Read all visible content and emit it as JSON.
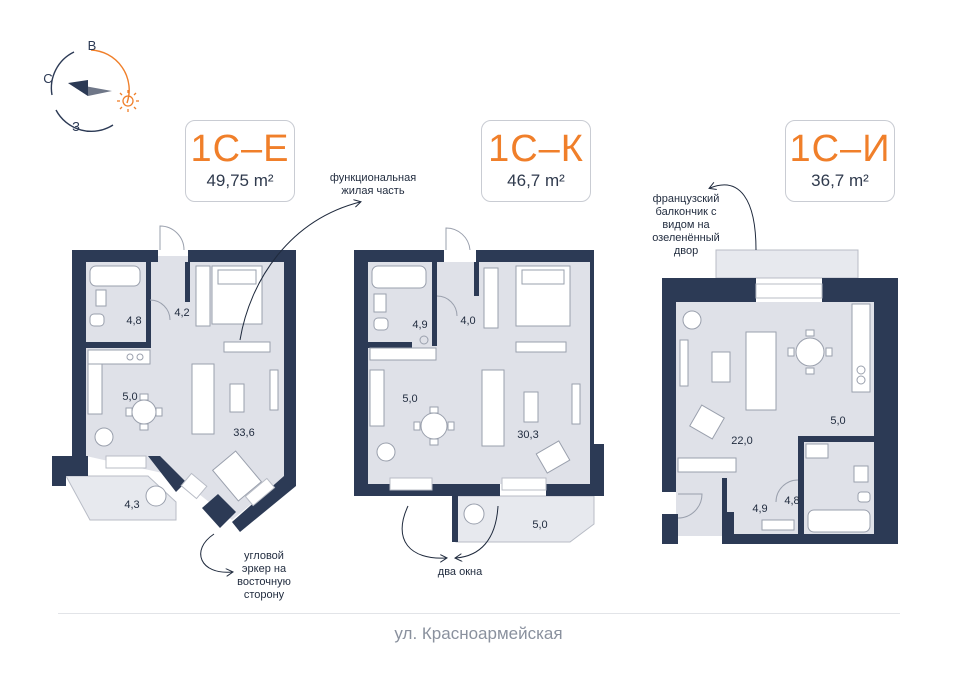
{
  "compass": {
    "north": "В",
    "west": "С",
    "south": "З"
  },
  "plans": [
    {
      "code": "1С–Е",
      "area": "49,75 m²",
      "rooms": [
        "4,8",
        "4,2",
        "5,0",
        "33,6",
        "4,3"
      ]
    },
    {
      "code": "1С–К",
      "area": "46,7 m²",
      "rooms": [
        "4,9",
        "4,0",
        "5,0",
        "30,3",
        "5,0"
      ]
    },
    {
      "code": "1С–И",
      "area": "36,7 m²",
      "rooms": [
        "22,0",
        "5,0",
        "4,9",
        "4,8"
      ]
    }
  ],
  "notes": {
    "functional": "функциональная\nжилая часть",
    "bay_window": "угловой\nэркер на\nвосточную\nсторону",
    "two_windows": "два окна",
    "french_balcony": "французский\nбалкончик с\nвидом на\nозеленённый\nдвор"
  },
  "street": "ул. Красноармейская",
  "colors": {
    "accent": "#f07f2a",
    "wall": "#2c3a55",
    "floor": "#dfe1e8",
    "balcony": "#e7e9ee"
  }
}
